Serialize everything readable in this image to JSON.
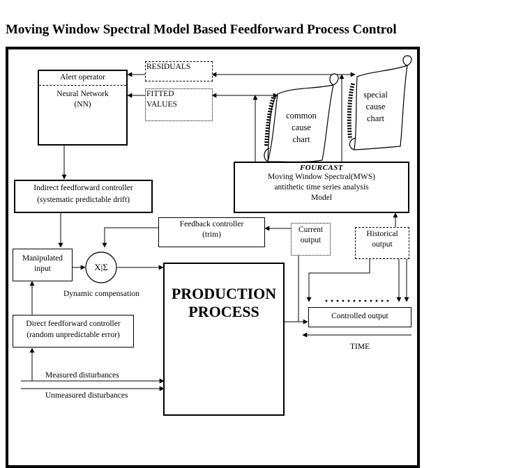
{
  "title": "Moving Window Spectral Model Based Feedforward Process Control",
  "nn": {
    "alert": "Alert operator",
    "line1": "Neural Network",
    "line2": "(NN)"
  },
  "residuals": "RESIDUALS",
  "fitted": {
    "line1": "FITTED",
    "line2": "VALUES"
  },
  "common_chart": {
    "line1": "common",
    "line2": "cause",
    "line3": "chart"
  },
  "special_chart": {
    "line1": "special",
    "line2": "cause",
    "line3": "chart"
  },
  "mws": {
    "brand": "FOURCAST",
    "line1": "Moving Window Spectral(MWS)",
    "line2": "antithetic time series analysis",
    "line3": "Model"
  },
  "indirect": {
    "line1": "Indirect feedforward controller",
    "line2": "(systematic predictable drift)"
  },
  "feedback": {
    "line1": "Feedback controller",
    "line2": "(trim)"
  },
  "current_output": {
    "line1": "Current",
    "line2": "output"
  },
  "historical_output": {
    "line1": "Historical",
    "line2": "output"
  },
  "manipulated": {
    "line1": "Manipulated",
    "line2": "input"
  },
  "mixer": "X|Σ",
  "dynamic_compensation": "Dynamic compensation",
  "production": {
    "line1": "PRODUCTION",
    "line2": "PROCESS"
  },
  "controlled_output": "Controlled output",
  "time": "TIME",
  "direct": {
    "line1": "Direct feedforward controller",
    "line2": "(random unpredictable error)"
  },
  "measured": "Measured disturbances",
  "unmeasured": "Unmeasured disturbances"
}
